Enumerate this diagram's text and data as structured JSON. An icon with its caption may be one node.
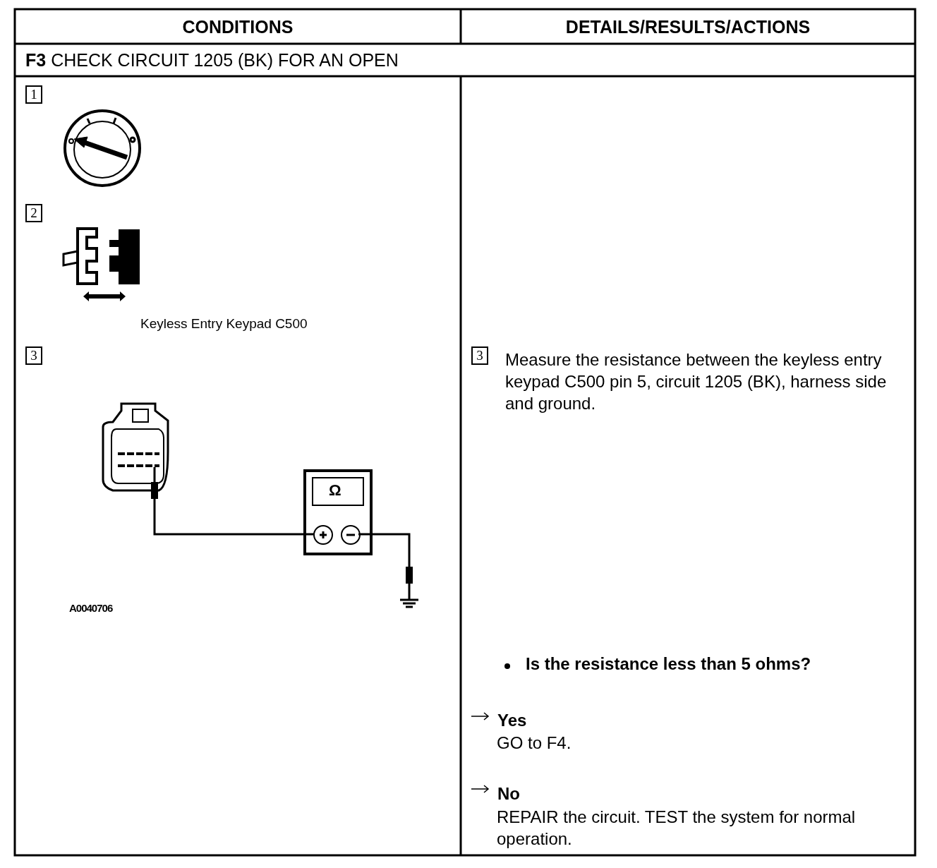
{
  "diagram": {
    "title": "**F3** CHECK CIRCUIT 1205 (BK) FOR AN OPEN",
    "labels": [
      "CONDITIONS",
      "DETAILS/RESULTS/ACTIONS",
      "1",
      "2",
      "Keyless Entry Keypad C500",
      "3",
      "3",
      "Measure the resistance between the keyless entry keypad C500 pin 5, circuit 1205 (BK), harness side and ground.",
      "Ω",
      "A0040706",
      "Is the resistance less than 5 ohms?",
      "Yes",
      "GO to F4.",
      "No",
      "REPAIR the circuit. TEST the system for normal operation."
    ]
  }
}
